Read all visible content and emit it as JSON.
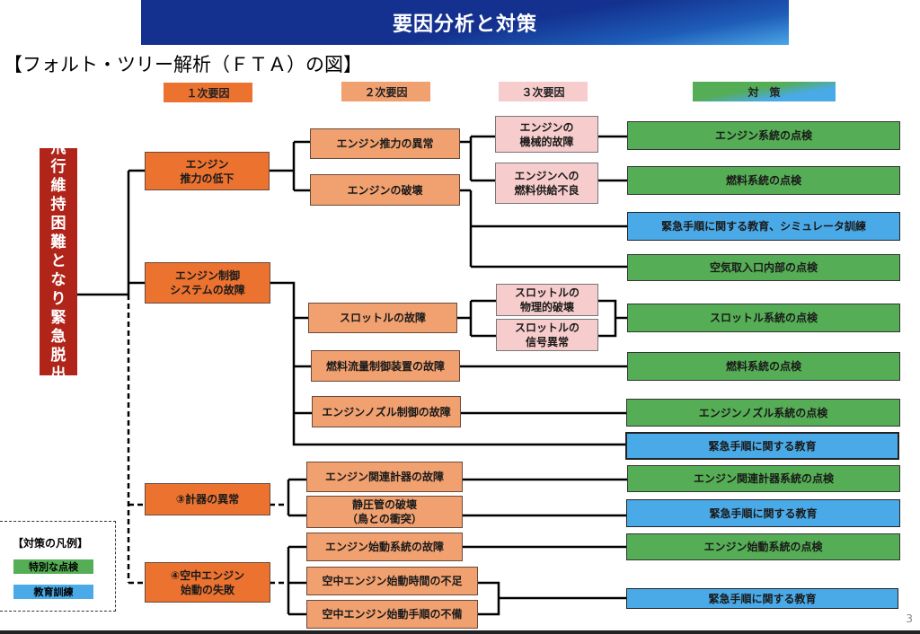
{
  "header": {
    "title": "要因分析と対策",
    "subtitle": "【フォルト・ツリー解析（ＦＴＡ）の図】"
  },
  "column_headers": {
    "level1": "１次要因",
    "level2": "２次要因",
    "level3": "３次要因",
    "countermeasure": "対　策"
  },
  "root": {
    "label": "飛行維持困難となり緊急脱出",
    "chars": [
      "飛",
      "行",
      "維",
      "持",
      "困",
      "難",
      "と",
      "な",
      "り",
      "緊",
      "急",
      "脱",
      "出"
    ]
  },
  "level1": [
    {
      "id": "engine-thrust-loss",
      "label": "エンジン\n推力の低下"
    },
    {
      "id": "engine-control-failure",
      "label": "エンジン制御\nシステムの故障"
    },
    {
      "id": "instrument-anomaly",
      "label": "③計器の異常"
    },
    {
      "id": "airstart-failure",
      "label": "④空中エンジン\n始動の失敗"
    }
  ],
  "level2": [
    {
      "id": "thrust-anomaly",
      "label": "エンジン推力の異常"
    },
    {
      "id": "engine-destruction",
      "label": "エンジンの破壊"
    },
    {
      "id": "throttle-failure",
      "label": "スロットルの故障"
    },
    {
      "id": "fuel-flow-control-failure",
      "label": "燃料流量制御装置の故障"
    },
    {
      "id": "nozzle-control-failure",
      "label": "エンジンノズル制御の故障"
    },
    {
      "id": "engine-instrument-failure",
      "label": "エンジン関連計器の故障"
    },
    {
      "id": "static-tube-destruction",
      "label": "静圧管の破壊\n（鳥との衝突）"
    },
    {
      "id": "start-system-failure",
      "label": "エンジン始動系統の故障"
    },
    {
      "id": "start-time-insufficient",
      "label": "空中エンジン始動時間の不足"
    },
    {
      "id": "start-procedure-deficient",
      "label": "空中エンジン始動手順の不備"
    }
  ],
  "level3": [
    {
      "id": "mechanical-failure",
      "label": "エンジンの\n機械的故障"
    },
    {
      "id": "fuel-supply-failure",
      "label": "エンジンへの\n燃料供給不良"
    },
    {
      "id": "throttle-physical-damage",
      "label": "スロットルの\n物理的破壊"
    },
    {
      "id": "throttle-signal-anomaly",
      "label": "スロットルの\n信号異常"
    }
  ],
  "countermeasures": [
    {
      "id": "engine-system-inspection",
      "label": "エンジン系統の点検",
      "type": "inspection"
    },
    {
      "id": "fuel-system-inspection-1",
      "label": "燃料系統の点検",
      "type": "inspection"
    },
    {
      "id": "emergency-training-sim",
      "label": "緊急手順に関する教育、シミュレータ訓練",
      "type": "training"
    },
    {
      "id": "air-intake-inspection",
      "label": "空気取入口内部の点検",
      "type": "inspection"
    },
    {
      "id": "throttle-system-inspection",
      "label": "スロットル系統の点検",
      "type": "inspection"
    },
    {
      "id": "fuel-system-inspection-2",
      "label": "燃料系統の点検",
      "type": "inspection"
    },
    {
      "id": "nozzle-system-inspection",
      "label": "エンジンノズル系統の点検",
      "type": "inspection"
    },
    {
      "id": "emergency-education-1",
      "label": "緊急手順に関する教育",
      "type": "training"
    },
    {
      "id": "instrument-system-inspection",
      "label": "エンジン関連計器系統の点検",
      "type": "inspection"
    },
    {
      "id": "emergency-education-2",
      "label": "緊急手順に関する教育",
      "type": "training"
    },
    {
      "id": "start-system-inspection",
      "label": "エンジン始動系統の点検",
      "type": "inspection"
    },
    {
      "id": "emergency-education-3",
      "label": "緊急手順に関する教育",
      "type": "training"
    }
  ],
  "legend": {
    "title": "【対策の凡例】",
    "items": [
      {
        "label": "特別な点検",
        "color": "#55ad55"
      },
      {
        "label": "教育訓練",
        "color": "#4aaae8"
      }
    ]
  },
  "colors": {
    "title_bar": "#14318f",
    "root": "#b1241a",
    "level1": "#ec7230",
    "level2": "#f1a06f",
    "level3": "#f7cccc",
    "inspection": "#55ad55",
    "training": "#4aaae8"
  },
  "page_number": "3"
}
